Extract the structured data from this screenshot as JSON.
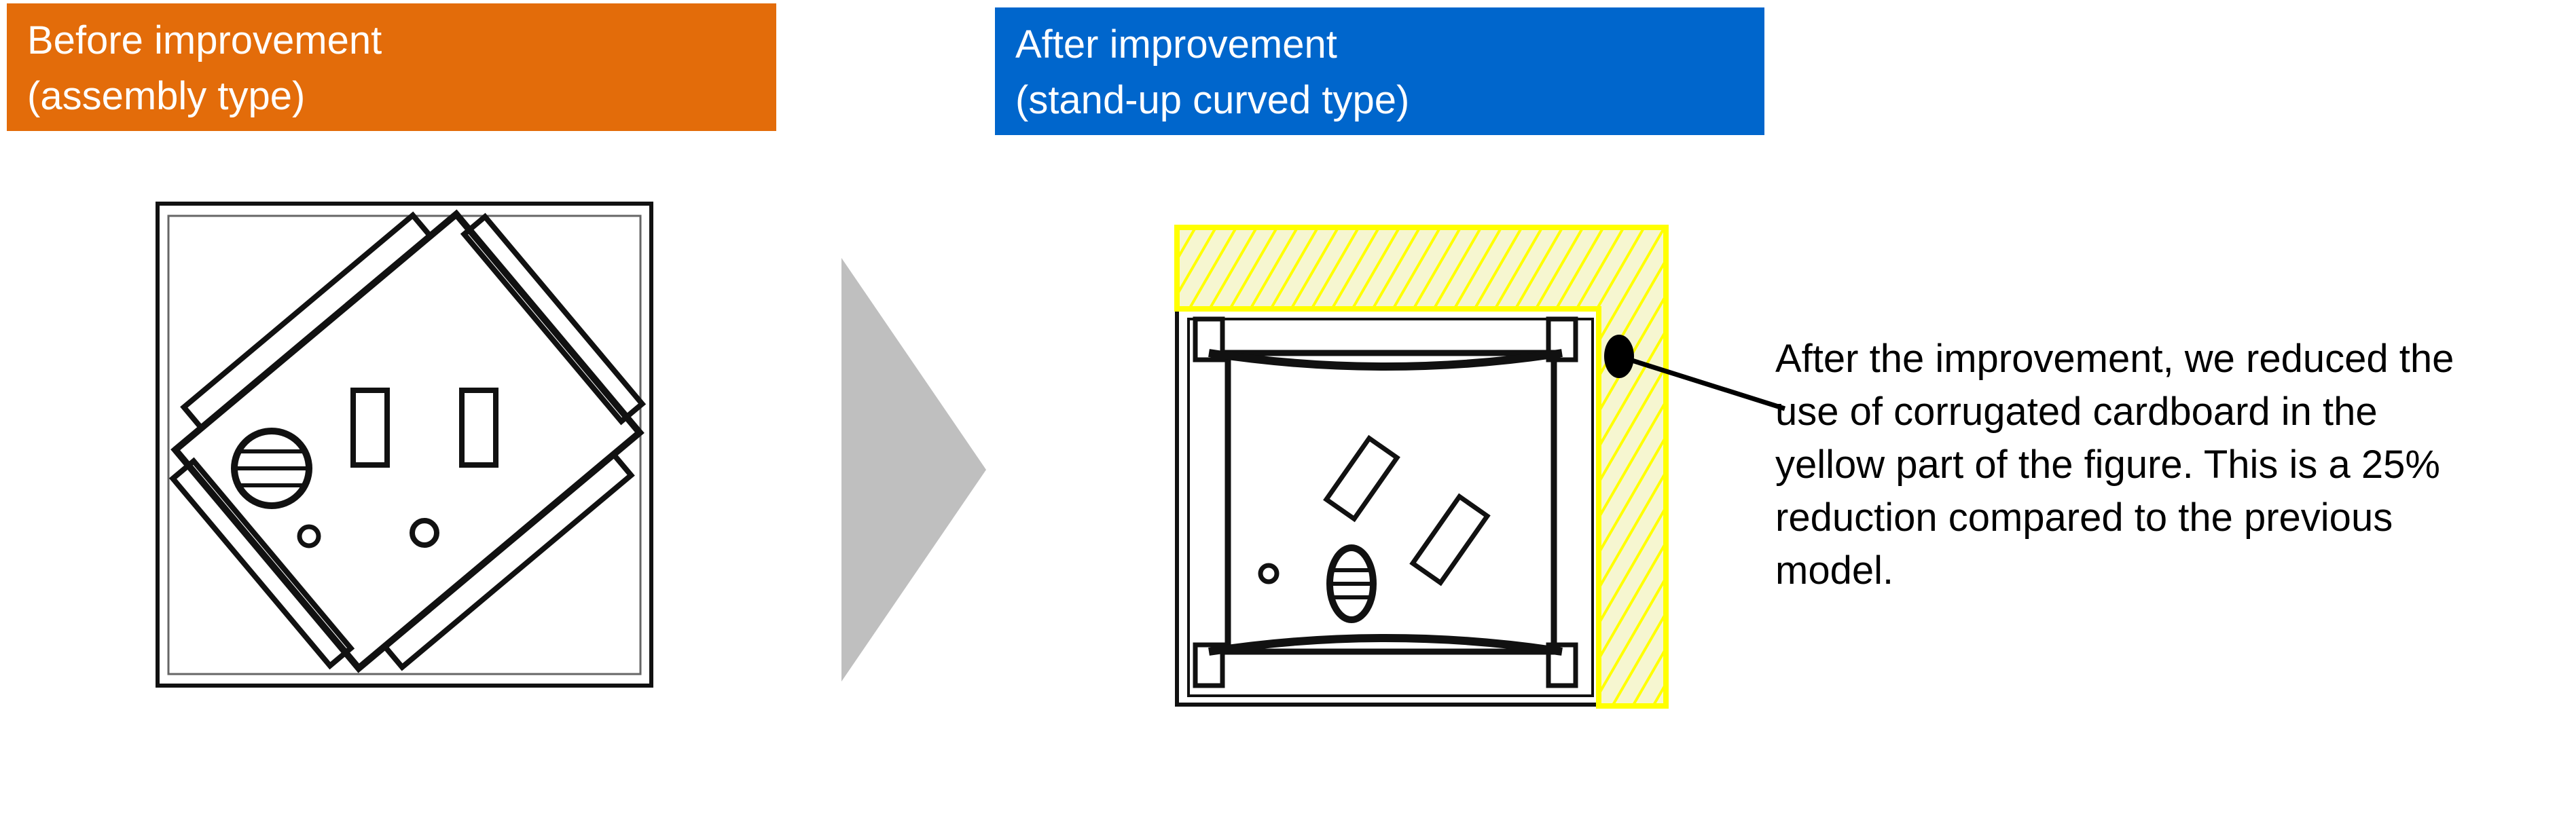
{
  "before": {
    "title_line1": "Before improvement",
    "title_line2": "(assembly type)",
    "color": "#e36c0a"
  },
  "after": {
    "title_line1": "After improvement",
    "title_line2": "(stand-up curved type)",
    "color": "#0066cc"
  },
  "note": {
    "lines": [
      "After the improvement, we reduced the",
      "use of corrugated cardboard in the",
      "yellow part of the figure. This is a 25%",
      "reduction compared to the previous",
      "model."
    ]
  },
  "highlight_color": "#ffff00"
}
